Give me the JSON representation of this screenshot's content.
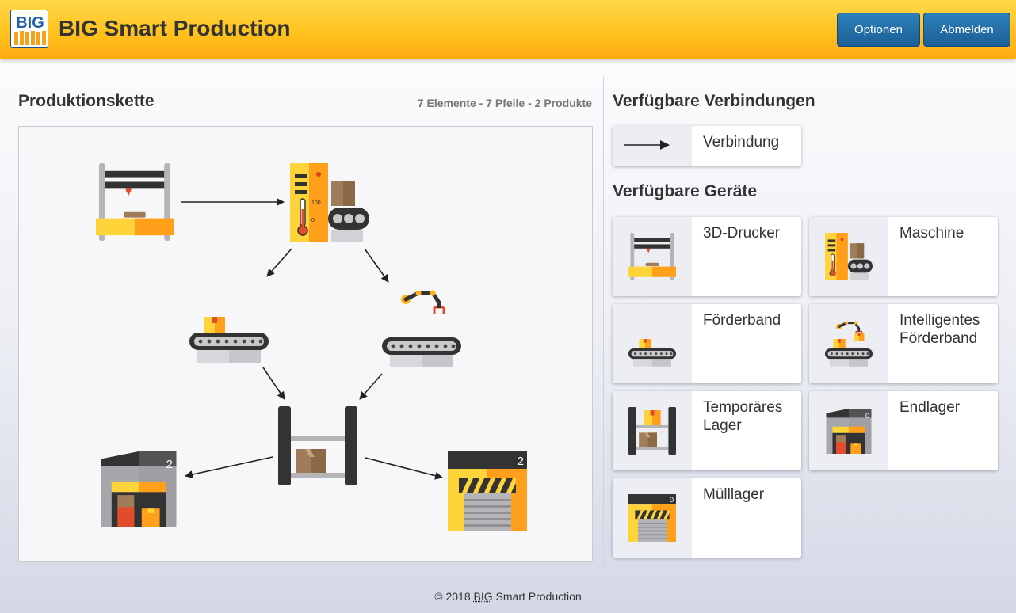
{
  "header": {
    "logo_text": "BIG",
    "title": "BIG Smart Production",
    "options_label": "Optionen",
    "logout_label": "Abmelden"
  },
  "chain": {
    "title": "Produktionskette",
    "stats": "7 Elemente - 7 Pfeile - 2 Produkte",
    "machine_scale_high": "100",
    "machine_scale_low": "0",
    "final_storage_count": "2",
    "waste_storage_count": "2"
  },
  "connections": {
    "title": "Verfügbare Verbindungen",
    "items": [
      {
        "label": "Verbindung",
        "icon": "arrow-right-icon"
      }
    ]
  },
  "devices": {
    "title": "Verfügbare Geräte",
    "items": [
      {
        "label": "3D-Drucker",
        "icon": "3d-printer-icon"
      },
      {
        "label": "Maschine",
        "icon": "machine-icon"
      },
      {
        "label": "Förderband",
        "icon": "conveyor-belt-icon"
      },
      {
        "label": "Intelligentes Förderband",
        "icon": "smart-conveyor-icon"
      },
      {
        "label": "Temporäres Lager",
        "icon": "temporary-storage-icon"
      },
      {
        "label": "Endlager",
        "icon": "final-storage-icon"
      },
      {
        "label": "Mülllager",
        "icon": "waste-storage-icon"
      }
    ],
    "endlager_count": "0",
    "muelllager_count": "0"
  },
  "footer": {
    "prefix": "© 2018 ",
    "brand": "BIG",
    "suffix": " Smart Production"
  },
  "colors": {
    "header_yellow": "#ffc21e",
    "button_blue": "#1c5f96",
    "accent_orange": "#ff9f1a",
    "accent_yellow": "#ffd43a",
    "dark": "#3a3a3e"
  }
}
